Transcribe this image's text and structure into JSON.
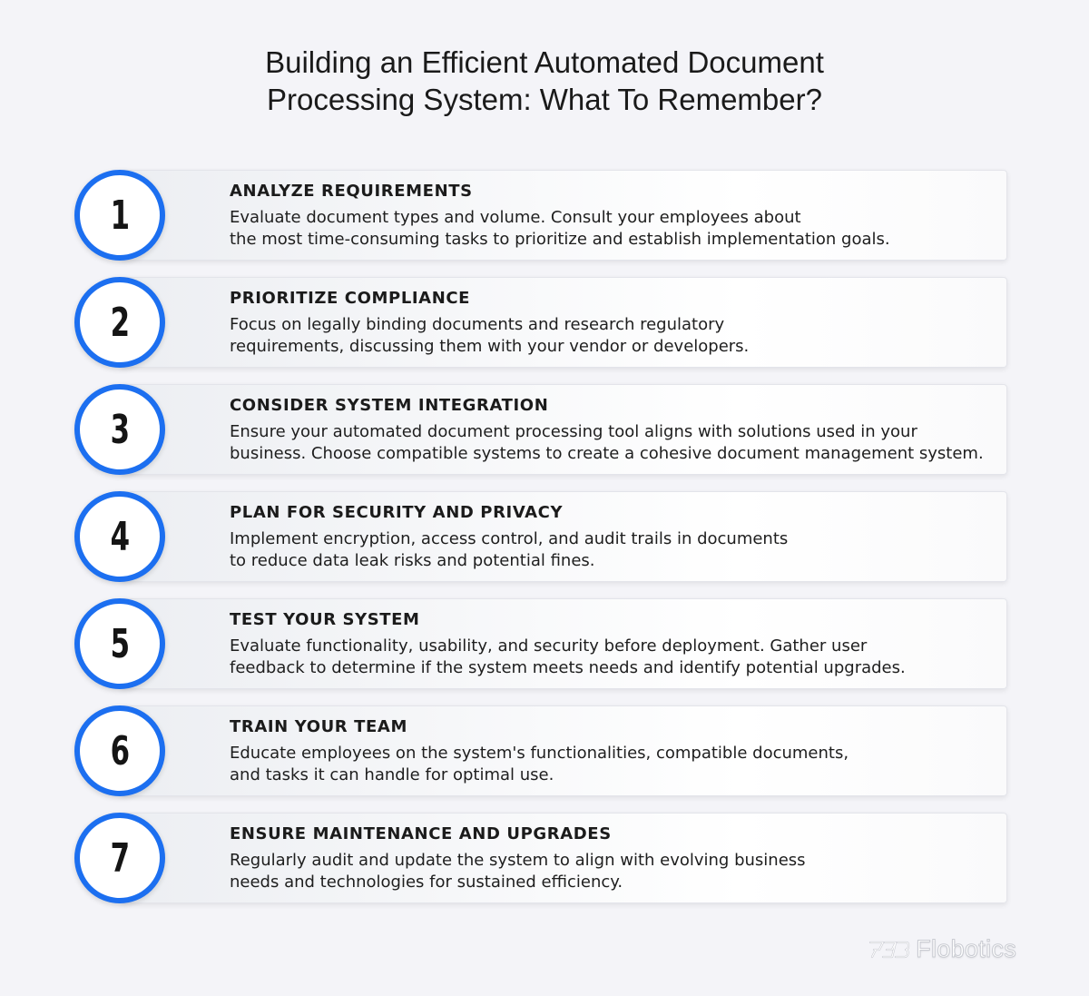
{
  "title": {
    "line1": "Building an Efficient Automated Document",
    "line2": "Processing System: What To Remember?"
  },
  "colors": {
    "accent": "#1c6ff0",
    "background": "#f4f4f8",
    "text": "#1b1b1b"
  },
  "steps": [
    {
      "number": "1",
      "title": "ANALYZE REQUIREMENTS",
      "line1": "Evaluate document types and volume. Consult your employees about",
      "line2": "the most time-consuming tasks to prioritize and establish implementation goals."
    },
    {
      "number": "2",
      "title": "PRIORITIZE COMPLIANCE",
      "line1": "Focus on legally binding documents and research regulatory",
      "line2": "requirements, discussing them with your vendor or developers."
    },
    {
      "number": "3",
      "title": "CONSIDER SYSTEM INTEGRATION",
      "line1": "Ensure your automated document processing tool aligns with solutions used in your",
      "line2": "business. Choose compatible systems to create a cohesive document management system."
    },
    {
      "number": "4",
      "title": "PLAN FOR SECURITY AND PRIVACY",
      "line1": "Implement encryption, access control, and audit trails in documents",
      "line2": "to reduce data leak risks and potential fines."
    },
    {
      "number": "5",
      "title": "TEST YOUR SYSTEM",
      "line1": "Evaluate functionality, usability, and security before deployment. Gather user",
      "line2": "feedback to determine if the system meets needs and identify potential upgrades."
    },
    {
      "number": "6",
      "title": "TRAIN YOUR TEAM",
      "line1": "Educate employees on the system's functionalities, compatible documents,",
      "line2": "and tasks it can handle for optimal use."
    },
    {
      "number": "7",
      "title": "ENSURE MAINTENANCE AND UPGRADES",
      "line1": "Regularly audit and update the system to align with evolving business",
      "line2": "needs and technologies for sustained efficiency."
    }
  ],
  "logo": {
    "text": "Flobotics",
    "icon": "flobotics-logo-icon"
  }
}
